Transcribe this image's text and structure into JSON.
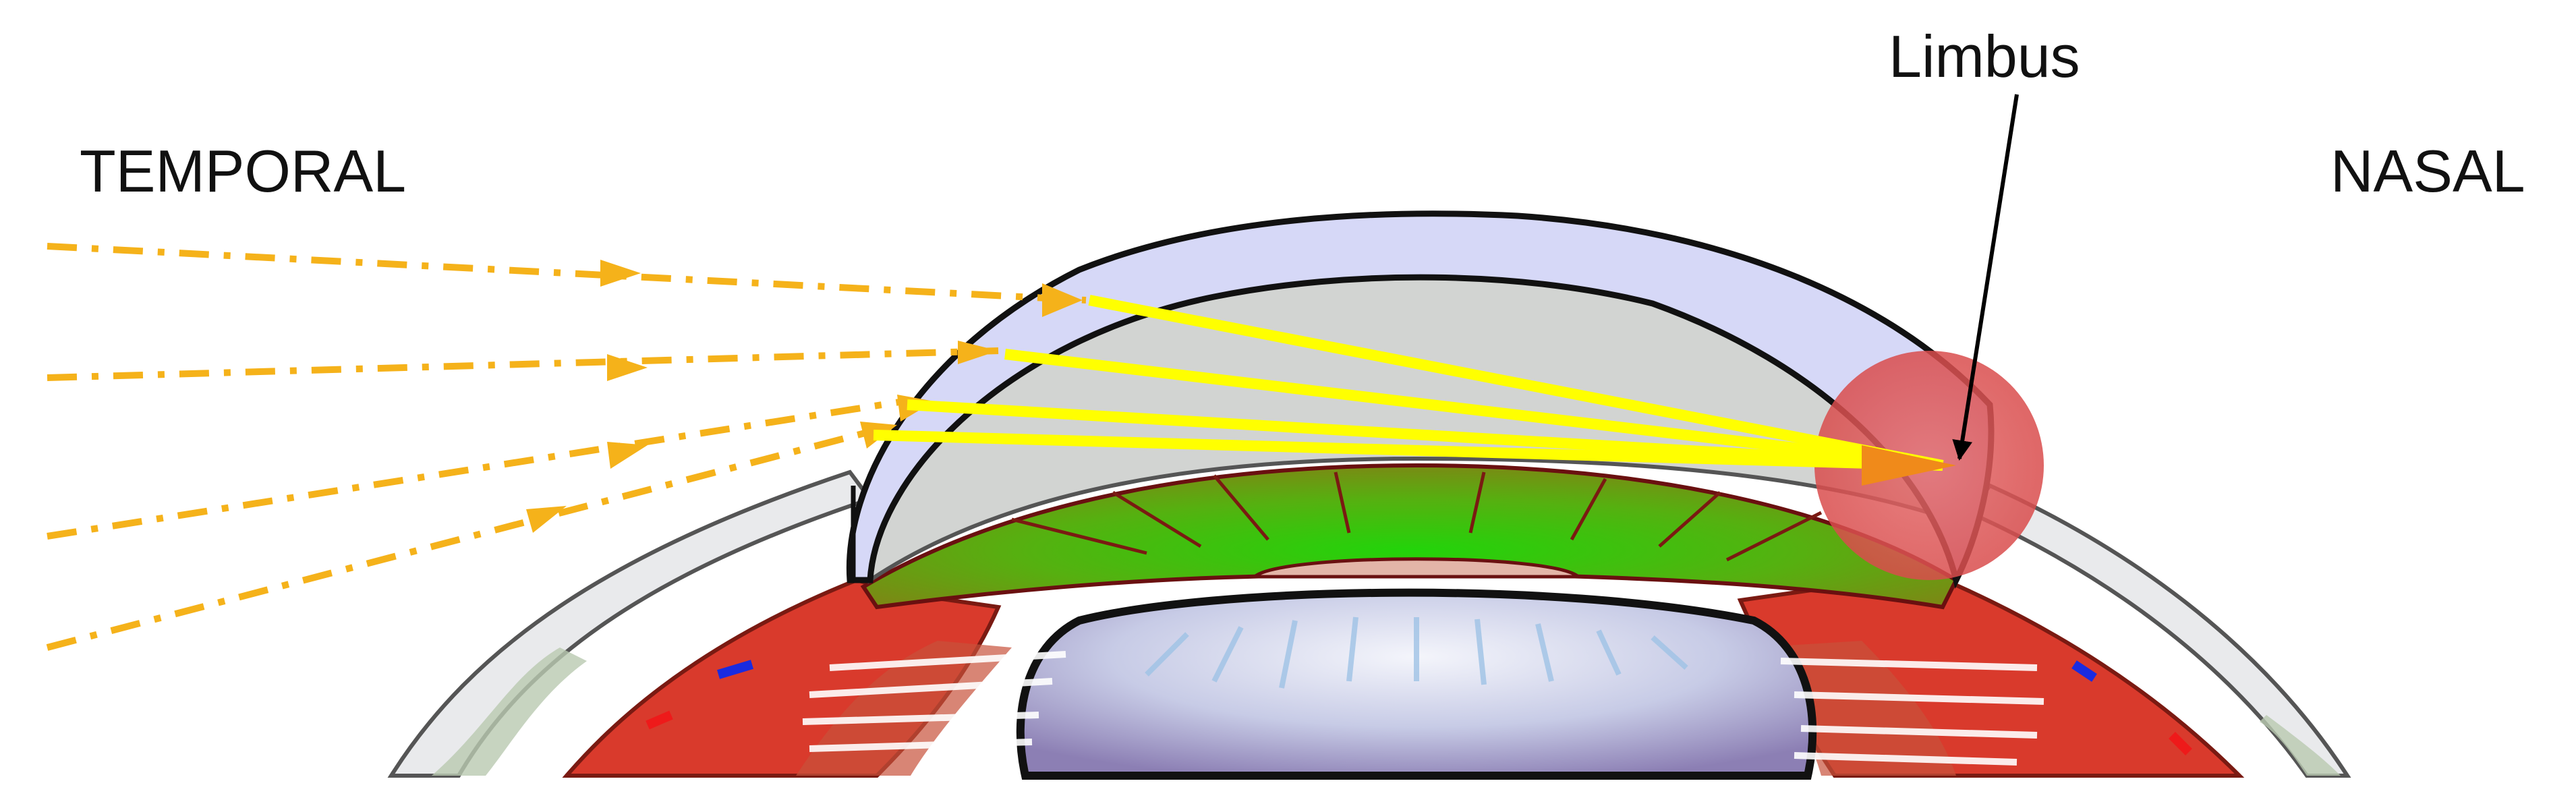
{
  "labels": {
    "temporal": "TEMPORAL",
    "nasal": "NASAL",
    "limbus": "Limbus"
  },
  "colors": {
    "cornea": "#d6d8f7",
    "anterior_chamber": "#d2d4d2",
    "iris_green": "#3fcc10",
    "iris_olive": "#6a9a12",
    "ciliary_red": "#d93a2c",
    "lens_blue": "#b8c3e6",
    "incident_rays": "#f5b21a",
    "focused_rays": "#ffff00",
    "focal_point": "#f08a1a",
    "limbus_highlight": "#e06060"
  }
}
